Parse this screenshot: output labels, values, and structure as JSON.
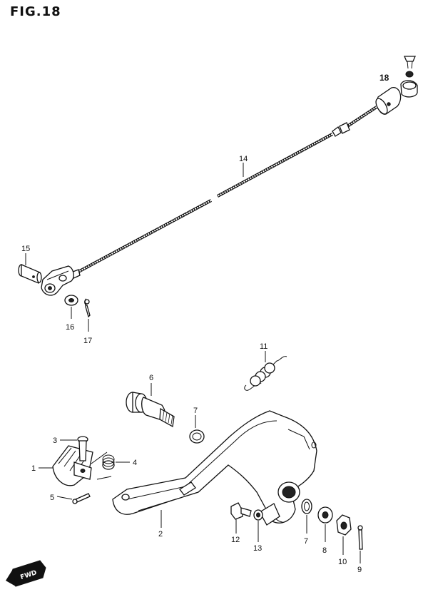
{
  "figure": {
    "title": "FIG.18",
    "fwd_label": "FWD"
  },
  "callouts": {
    "c1": "1",
    "c2": "2",
    "c3": "3",
    "c4": "4",
    "c5": "5",
    "c6": "6",
    "c7a": "7",
    "c7b": "7",
    "c8": "8",
    "c9": "9",
    "c10": "10",
    "c11": "11",
    "c12": "12",
    "c13": "13",
    "c14": "14",
    "c15": "15",
    "c16": "16",
    "c17": "17",
    "c18": "18"
  },
  "colors": {
    "ink": "#111111",
    "paper": "#ffffff"
  }
}
